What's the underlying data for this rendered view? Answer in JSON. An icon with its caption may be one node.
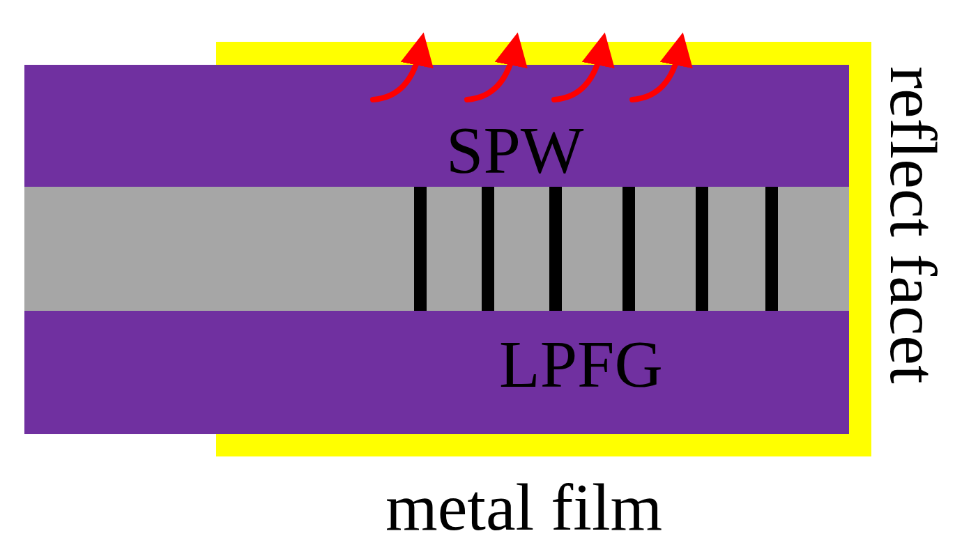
{
  "diagram": {
    "labels": [
      "SPW",
      "reflect facet",
      "LPFG",
      "metal film"
    ]
  }
}
